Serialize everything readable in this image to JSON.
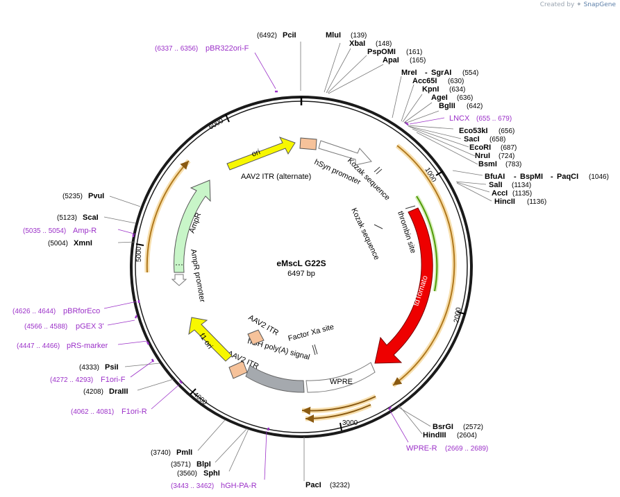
{
  "header": {
    "credit_prefix": "Created by",
    "brand": "SnapGene"
  },
  "plasmid": {
    "name": "eMscL G22S",
    "length_label": "6497 bp"
  },
  "backbone_ticks": [
    "1000",
    "2000",
    "3000",
    "4000",
    "5000",
    "6000"
  ],
  "enzymes": [
    {
      "id": "pcii",
      "pos": "(6492)",
      "name": "PciI"
    },
    {
      "id": "mlui",
      "name": "MluI",
      "pos": "(139)"
    },
    {
      "id": "xbai",
      "name": "XbaI",
      "pos": "(148)"
    },
    {
      "id": "pspomi",
      "name": "PspOMI",
      "pos": "(161)"
    },
    {
      "id": "apai",
      "name": "ApaI",
      "pos": "(165)"
    },
    {
      "id": "mrei",
      "name": "MreI",
      "sep": "-",
      "name2": "SgrAI",
      "pos": "(554)"
    },
    {
      "id": "acc65i",
      "name": "Acc65I",
      "pos": "(630)"
    },
    {
      "id": "kpni",
      "name": "KpnI",
      "pos": "(634)"
    },
    {
      "id": "agei",
      "name": "AgeI",
      "pos": "(636)"
    },
    {
      "id": "bglii",
      "name": "BglII",
      "pos": "(642)"
    },
    {
      "id": "eco53ki",
      "name": "Eco53kI",
      "pos": "(656)"
    },
    {
      "id": "saci",
      "name": "SacI",
      "pos": "(658)"
    },
    {
      "id": "ecori",
      "name": "EcoRI",
      "pos": "(687)"
    },
    {
      "id": "srui",
      "name": "NruI",
      "pos": "(724)"
    },
    {
      "id": "bsmi",
      "name": "BsmI",
      "pos": "(783)"
    },
    {
      "id": "bfuai",
      "name": "BfuAI",
      "sep": "-",
      "name2": "BspMI",
      "sep2": "-",
      "name3": "PaqCI",
      "pos": "(1046)"
    },
    {
      "id": "sali",
      "name": "SalI",
      "pos": "(1134)"
    },
    {
      "id": "acci",
      "name": "AccI",
      "pos": "(1135)"
    },
    {
      "id": "hincii",
      "name": "HincII",
      "pos": "(1136)"
    },
    {
      "id": "bsrgi",
      "name": "BsrGI",
      "pos": "(2572)"
    },
    {
      "id": "hindiii",
      "name": "HindIII",
      "pos": "(2604)"
    },
    {
      "id": "paci",
      "name": "PacI",
      "pos": "(3232)"
    },
    {
      "id": "sphi",
      "pos": "(3560)",
      "name": "SphI"
    },
    {
      "id": "blpi",
      "pos": "(3571)",
      "name": "BlpI"
    },
    {
      "id": "pmli",
      "pos": "(3740)",
      "name": "PmlI"
    },
    {
      "id": "draiii",
      "pos": "(4208)",
      "name": "DraIII"
    },
    {
      "id": "psii",
      "pos": "(4333)",
      "name": "PsiI"
    },
    {
      "id": "xmni",
      "pos": "(5004)",
      "name": "XmnI"
    },
    {
      "id": "scai",
      "pos": "(5123)",
      "name": "ScaI"
    },
    {
      "id": "pvui",
      "pos": "(5235)",
      "name": "PvuI"
    }
  ],
  "primers": [
    {
      "id": "pbr322ori-f",
      "range": "(6337 .. 6356)",
      "name": "pBR322ori-F"
    },
    {
      "id": "lncx",
      "name": "LNCX",
      "range": "(655 .. 679)"
    },
    {
      "id": "wpre-r",
      "name": "WPRE-R",
      "range": "(2669 .. 2689)"
    },
    {
      "id": "hgh-pa-r",
      "range": "(3443 .. 3462)",
      "name": "hGH-PA-R"
    },
    {
      "id": "f1ori-r",
      "range": "(4062 .. 4081)",
      "name": "F1ori-R"
    },
    {
      "id": "f1ori-f",
      "range": "(4272 .. 4293)",
      "name": "F1ori-F"
    },
    {
      "id": "prs-marker",
      "range": "(4447 .. 4466)",
      "name": "pRS-marker"
    },
    {
      "id": "pgex3",
      "range": "(4566 .. 4588)",
      "name": "pGEX 3'"
    },
    {
      "id": "pbrforeco",
      "range": "(4626 .. 4644)",
      "name": "pBRforEco"
    },
    {
      "id": "amp-r",
      "range": "(5035 .. 5054)",
      "name": "Amp-R"
    }
  ],
  "features": {
    "ori": "ori",
    "aav2_itr_alt": "AAV2 ITR (alternate)",
    "hsyn": "hSyn promoter",
    "kozak1": "Kozak sequence",
    "kozak2": "Kozak sequence",
    "thrombin": "thrombin site",
    "tdtomato": "tdTomato",
    "wpre": "WPRE",
    "factor_xa": "Factor Xa site",
    "hgh_polya": "hGH poly(A) signal",
    "aav2_itr_a": "AAV2 ITR",
    "aav2_itr_b": "AAV2 ITR",
    "f1ori": "f1 ori",
    "ampr": "AmpR",
    "ampr_promoter": "AmpR promoter"
  },
  "colors": {
    "backbone": "#1a1a1a",
    "tdtomato": "#ee0000",
    "ori": "#f7f700",
    "f1ori": "#f7f700",
    "ampr": "#c8f5c8",
    "itr": "#f6c29a",
    "polya": "#a5a9ae",
    "orf_arc": "#c8872a",
    "primer": "#9b30c8",
    "green_orf": "#4e9a06"
  }
}
